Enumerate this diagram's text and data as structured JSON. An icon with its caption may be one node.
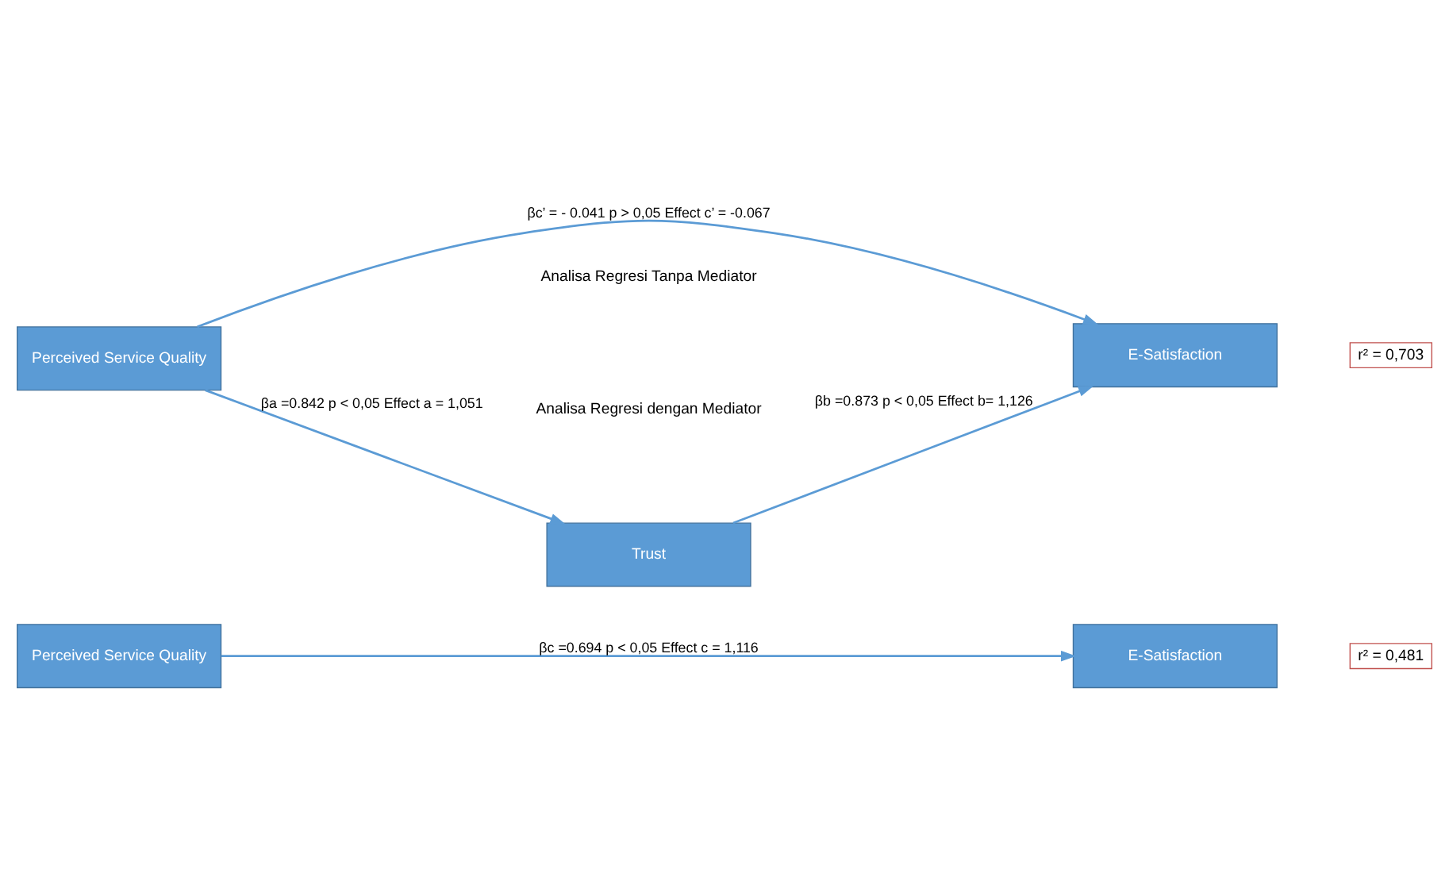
{
  "diagram": {
    "nodes": [
      {
        "text": [
          "Perceived Service Quality"
        ]
      },
      {
        "text": [
          "E-Satisfaction"
        ]
      },
      {
        "text": [
          "r² = 0,481"
        ]
      },
      {
        "text": [
          "Trust"
        ]
      },
      {
        "text": [
          "Perceived Service Quality"
        ]
      },
      {
        "text": [
          "E-Satisfaction"
        ]
      },
      {
        "text": [
          "r² = 0,703"
        ]
      }
    ],
    "edges": [
      {
        "from": 0,
        "to": 1,
        "arrow": "to",
        "label": "βc =0.694 p < 0,05 Effect c = 1,116"
      },
      {
        "from": 4,
        "to": 3,
        "arrow": "to",
        "label": "βa =0.842 p < 0,05 Effect a = 1,051"
      },
      {
        "from": 3,
        "to": 5,
        "arrow": "to",
        "label": "βb =0.873 p < 0,05 Effect b= 1,126"
      },
      {
        "from": 4,
        "to": 5,
        "arrow": "to",
        "label": "βc’ = - 0.041 p > 0,05 Effect c’ = -0.067"
      }
    ],
    "labels": [
      "Analisa Regresi Tanpa Mediator",
      "Analisa Regresi dengan Mediator"
    ]
  }
}
